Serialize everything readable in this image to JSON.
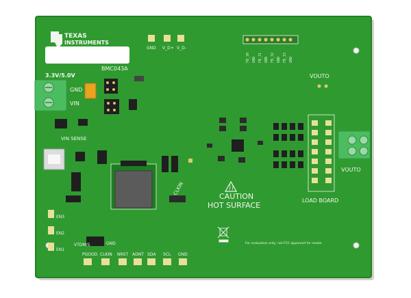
{
  "board": {
    "brand": "TEXAS INSTRUMENTS",
    "brand_line1": "TEXAS",
    "brand_line2": "INSTRUMENTS",
    "model": "BMC043A",
    "caution_line1": "CAUTION",
    "caution_line2": "HOT SURFACE",
    "load_board": "LOAD BOARD",
    "vouto_top": "VOUTO",
    "vouto_right": "VOUTO",
    "supply": "3.3V/5.0V",
    "gnd": "GND",
    "vin": "VIN",
    "vin_sense": "VIN SENSE",
    "fcc_note": "For evaluation only; not FCC approved for resale.",
    "top_tp_labels": [
      "GND",
      "V_D+",
      "V_D-"
    ],
    "header_pins": [
      "FB_30",
      "GND",
      "FB_31",
      "GND",
      "FB_32",
      "GND",
      "FB_33",
      "GND"
    ],
    "bottom_labels": [
      "PGOOD",
      "CLKIN",
      "NRST",
      "ADNT",
      "SDA",
      "SCL",
      "GND"
    ],
    "en_labels": [
      "EN3",
      "EN2",
      "EN1"
    ],
    "vtdm_label": "VTDM/S",
    "gnd_small": "GND",
    "clkin_label": "CLKIN"
  },
  "colors": {
    "pcb": "#2f9a30",
    "pcb_dark": "#237f25",
    "silk": "#f2f7ee",
    "pad": "#e6d890",
    "terminal": "#4cbc61",
    "ic": "#2a2a2a"
  }
}
